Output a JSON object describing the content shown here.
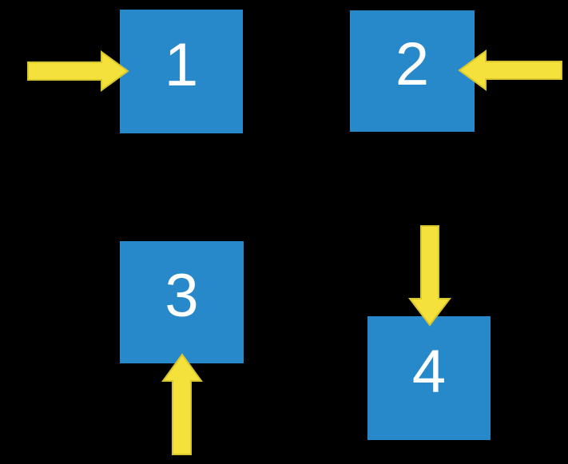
{
  "scene": {
    "description": "Four numbered blue squares on a black background, each pointed at by a yellow block arrow from a different side"
  },
  "colors": {
    "background": "#000000",
    "square_fill": "#2789CA",
    "label_text": "#FFFFFF",
    "arrow_fill": "#F5E13B",
    "arrow_edge": "#D8C62F"
  },
  "squares": [
    {
      "label": "1",
      "arrow_direction": "right",
      "arrow_side": "left"
    },
    {
      "label": "2",
      "arrow_direction": "left",
      "arrow_side": "right"
    },
    {
      "label": "3",
      "arrow_direction": "up",
      "arrow_side": "bottom"
    },
    {
      "label": "4",
      "arrow_direction": "down",
      "arrow_side": "top"
    }
  ]
}
